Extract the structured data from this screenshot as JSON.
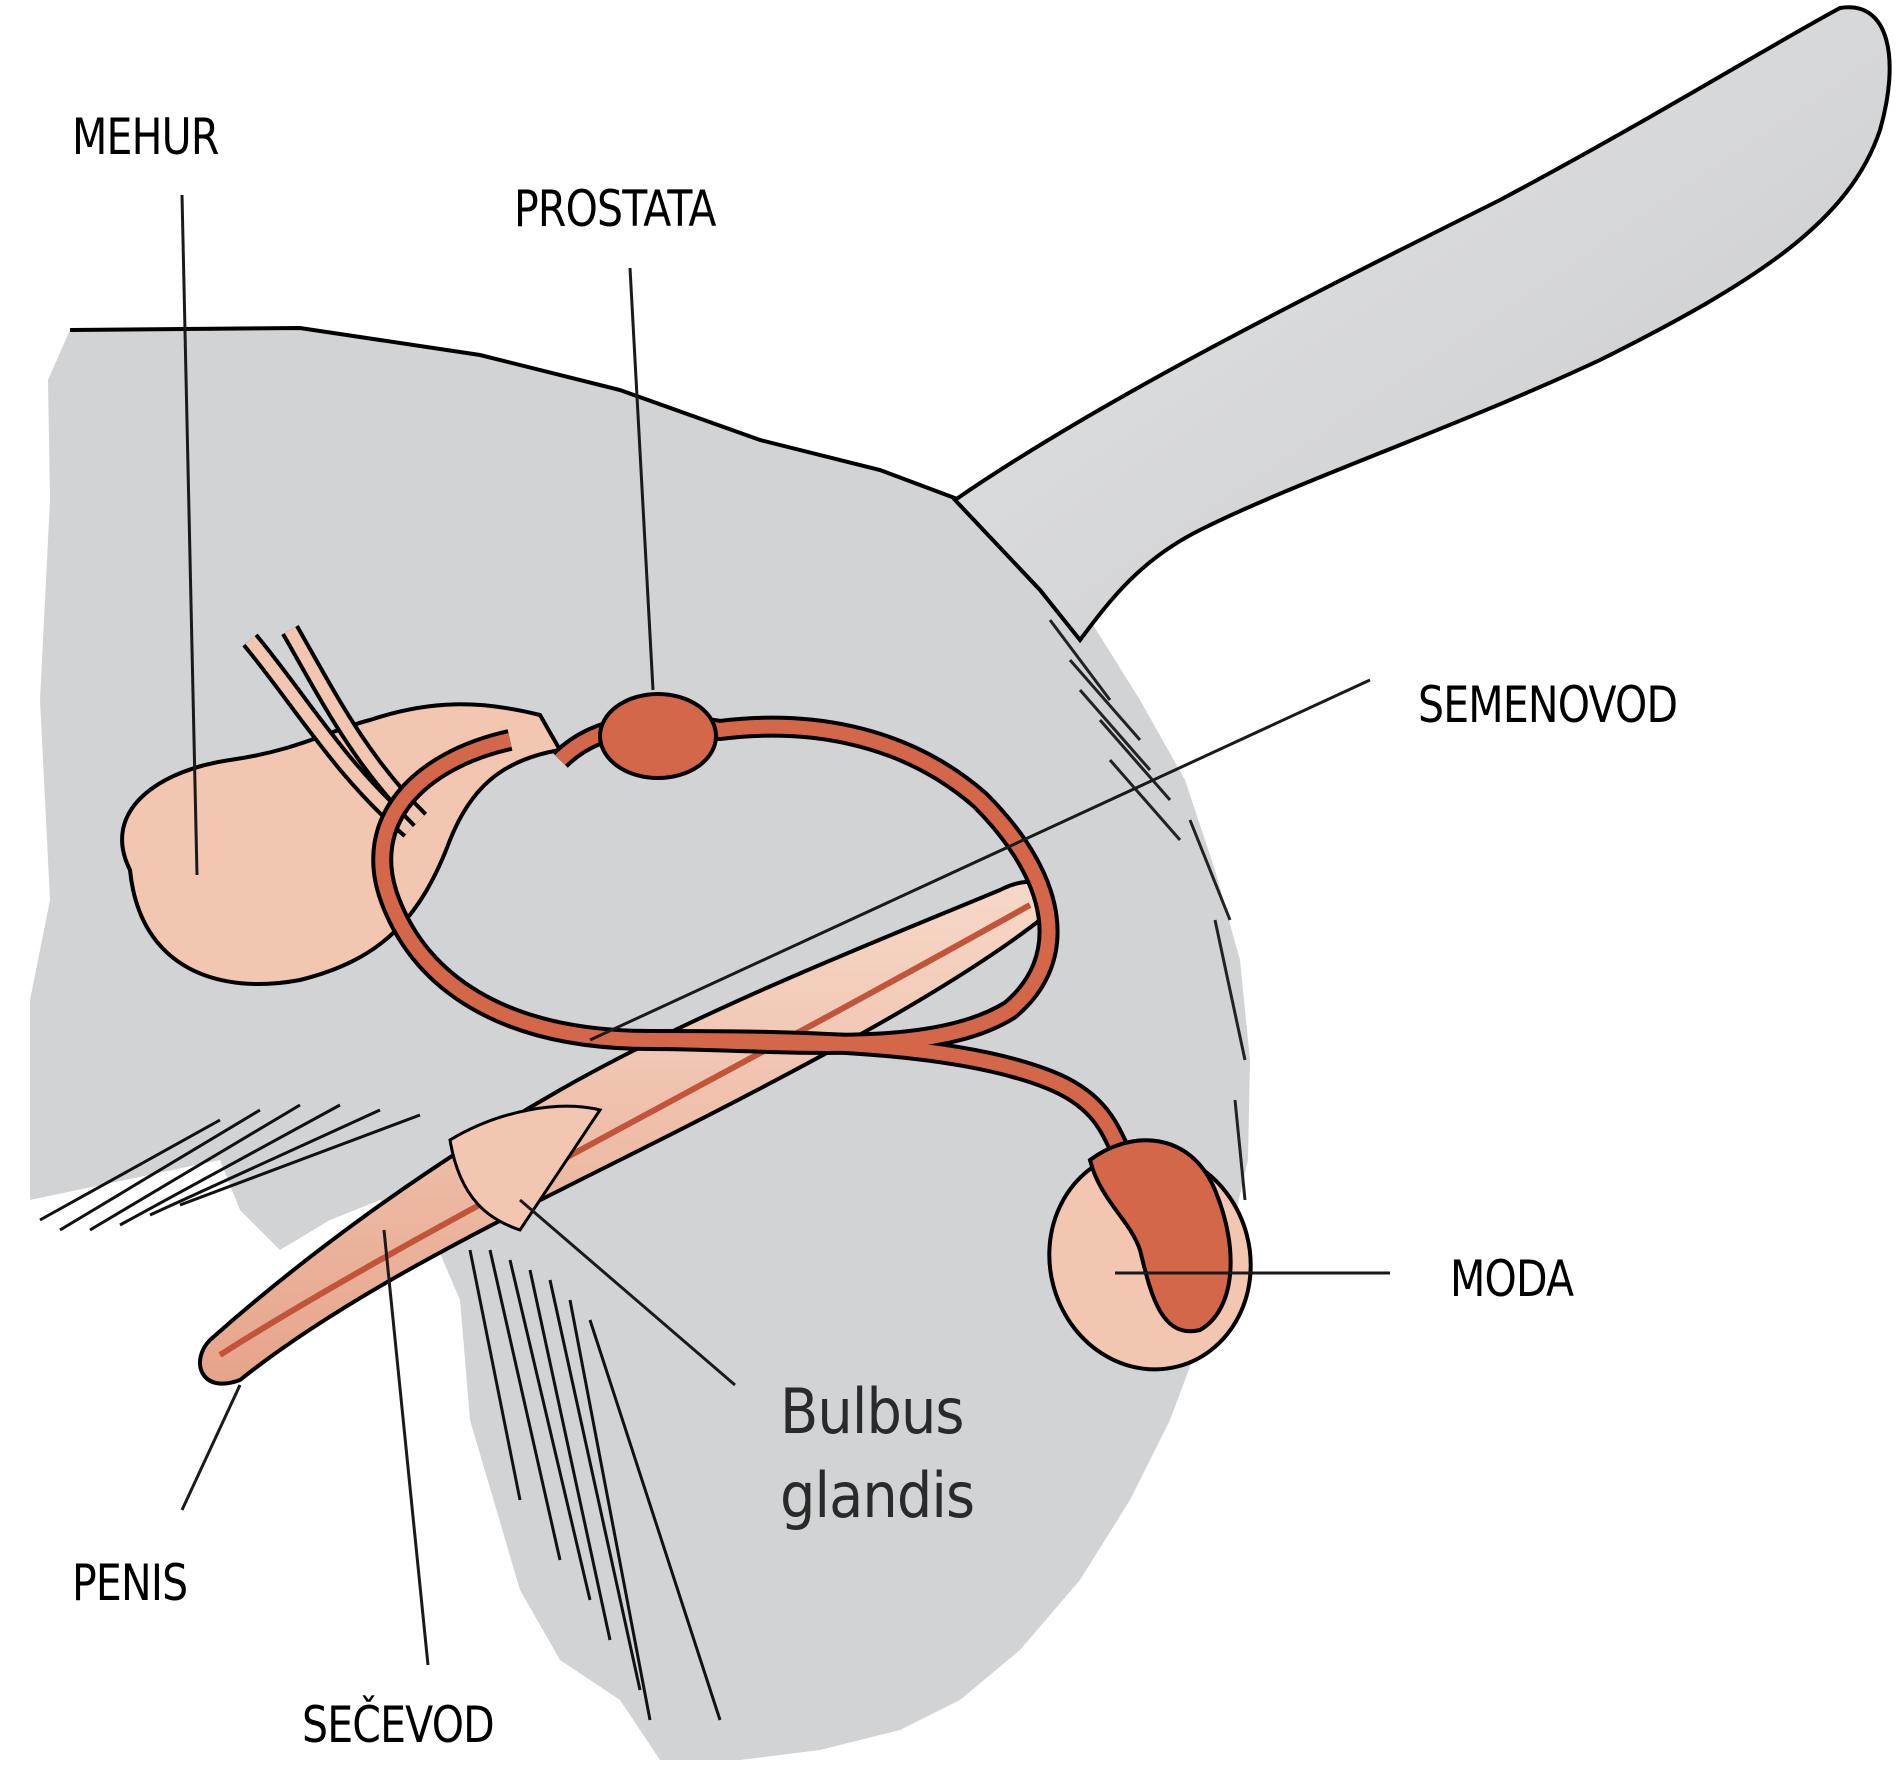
{
  "diagram": {
    "title": "Male dog reproductive anatomy",
    "colors": {
      "body_fill": "#d2d3d5",
      "organ_light": "#f2c6b0",
      "organ_dark": "#d4664a",
      "outline": "#000000",
      "leader_line": "#1a1a1a"
    },
    "labels": {
      "mehur": "MEHUR",
      "prostata": "PROSTATA",
      "semenovod": "SEMENOVOD",
      "moda": "MODA",
      "bulbus_line1": "Bulbus",
      "bulbus_line2": "glandis",
      "penis": "PENIS",
      "secevod": "SEČEVOD"
    }
  }
}
